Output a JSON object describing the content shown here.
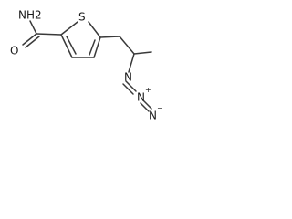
{
  "molecule": {
    "atoms": {
      "amide_n": "NH2",
      "amide_o": "O",
      "ring_s": "S",
      "azide_n1": "N",
      "azide_n2": "N",
      "azide_n3": "N",
      "plus": "+",
      "minus": "−"
    },
    "colors": {
      "bond": "#3a3a3a",
      "text": "#1a1a1a",
      "background": "#ffffff"
    }
  }
}
